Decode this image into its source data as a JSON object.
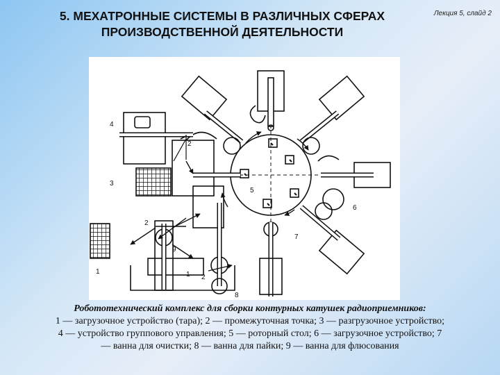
{
  "slide": {
    "title_line1": "5. МЕХАТРОННЫЕ СИСТЕМЫ В РАЗЛИЧНЫХ СФЕРАХ",
    "title_line2": "ПРОИЗВОДСТВЕННОЙ ДЕЯТЕЛЬНОСТИ",
    "lecture_ref": "Лекция 5, слайд 2"
  },
  "diagram": {
    "labels": {
      "n1a": "1",
      "n1b": "1",
      "n2a": "2",
      "n2b": "2",
      "n2c": "2",
      "n3": "3",
      "n4": "4",
      "n5": "5",
      "n6": "6",
      "n7": "7",
      "n8": "8",
      "n9": "9"
    }
  },
  "caption": {
    "title": "Робототехнический комплекс для сборки контурных катушек радиоприемников:",
    "line1": "1 — загрузочное устройство (тара); 2 — промежуточная точка; 3 — разгрузочное устройство;",
    "line2": "4 — устройство группового управления; 5 — роторный стол; 6 — загрузочное устройство; 7",
    "line3": "— ванна для очистки; 8 — ванна для пайки; 9 — ванна для флюсования"
  },
  "colors": {
    "ink": "#111111",
    "background": "#ffffff"
  }
}
